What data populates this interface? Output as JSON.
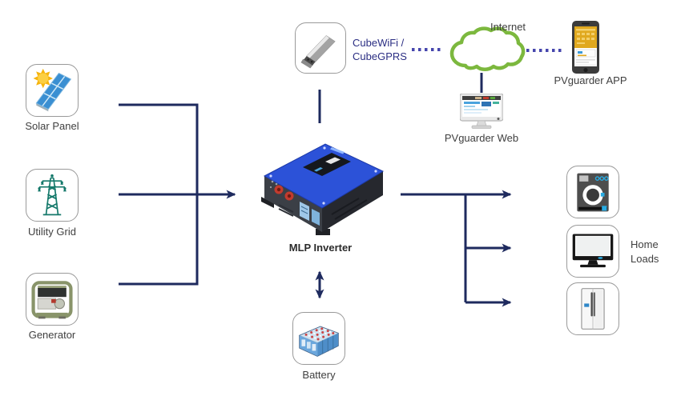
{
  "colors": {
    "line_navy": "#1e2a5e",
    "dotted_blue": "#4646ad",
    "cloud_green": "#7cb83e",
    "appliance_accent_blue": "#29abe2",
    "inverter_blue": "#2c52d8",
    "cube_text_navy": "#2b2e83",
    "label_gray": "#3f3f3f"
  },
  "nodes": {
    "solar": {
      "label": "Solar Panel"
    },
    "utility": {
      "label": "Utility Grid"
    },
    "generator": {
      "label": "Generator"
    },
    "inverter": {
      "label": "MLP Inverter"
    },
    "battery": {
      "label": "Battery"
    },
    "cube": {
      "label": "CubeWiFi / CubeGPRS"
    },
    "internet": {
      "label": "Internet"
    },
    "app": {
      "label": "PVguarder APP"
    },
    "web": {
      "label": "PVguarder Web"
    },
    "home_loads": {
      "label": "Home Loads"
    }
  }
}
